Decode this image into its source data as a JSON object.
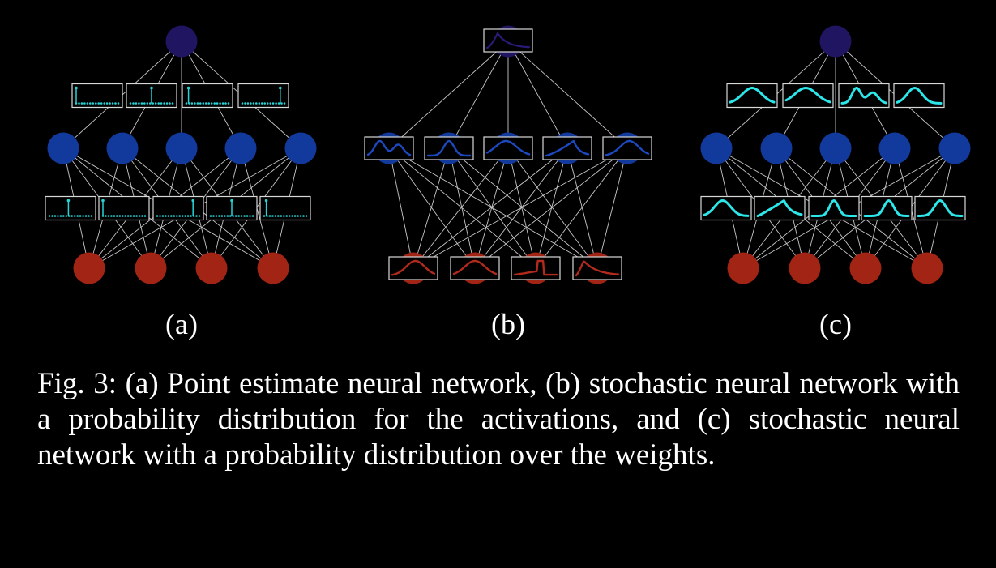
{
  "figure": {
    "panels": [
      {
        "id": "a",
        "label": "(a)",
        "variant": "point-estimate",
        "layers": [
          1,
          5,
          4
        ]
      },
      {
        "id": "b",
        "label": "(b)",
        "variant": "activation-distributions",
        "layers": [
          1,
          5,
          4
        ]
      },
      {
        "id": "c",
        "label": "(c)",
        "variant": "weight-distributions",
        "layers": [
          1,
          5,
          4
        ]
      }
    ],
    "colors": {
      "output_node": "#1f1560",
      "hidden_node": "#123a9c",
      "input_node": "#a12414",
      "edge": "#c8c8c8",
      "point_estimate_marker": "#29d2d6",
      "weight_curve": "#2ce6ea",
      "activation_curve_output": "#2a1a7a",
      "activation_curve_hidden": "#1d49c0",
      "activation_curve_input": "#b22a1c",
      "box_border": "#d8d8d8"
    }
  },
  "caption": {
    "text": "Fig. 3: (a) Point estimate neural network, (b) stochastic neural network with a probability distribution for the activations, and (c) stochastic neural network with a probability distribution over the weights."
  }
}
